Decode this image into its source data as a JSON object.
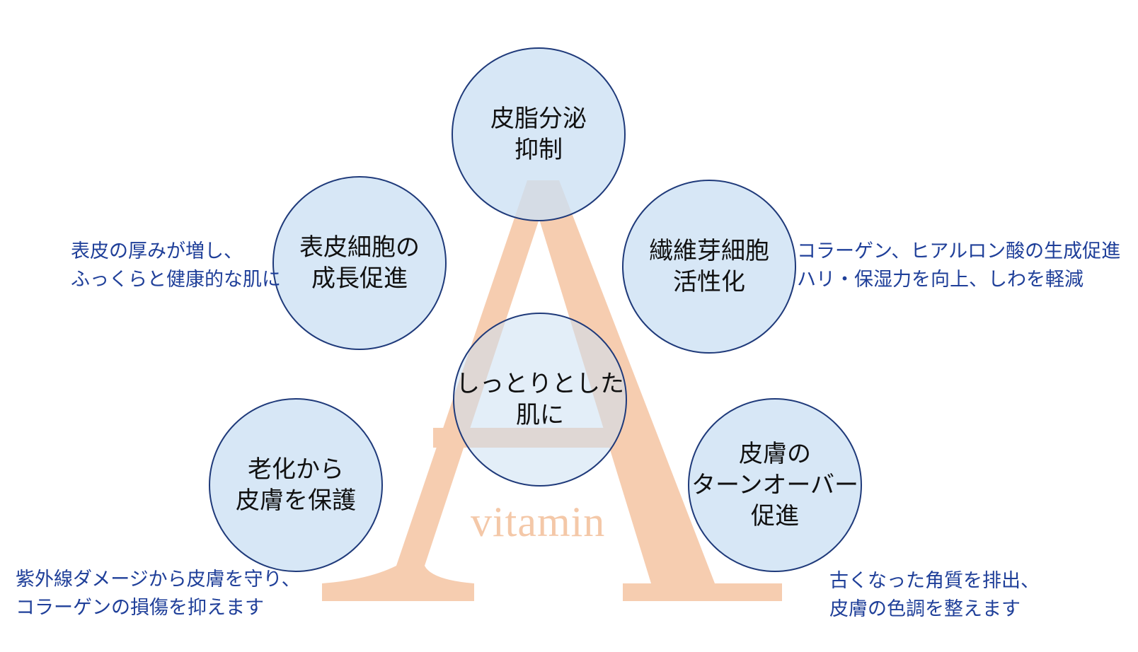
{
  "colors": {
    "letter_a": "#f6cdb0",
    "circle_fill": "#d3e4f4",
    "circle_border": "#1f3a7a",
    "description_text": "#1f3f99",
    "circle_text": "#111111"
  },
  "background_letter": {
    "letter": "A",
    "caption": "vitamin"
  },
  "nodes": {
    "top": {
      "lines": [
        "皮脂分泌",
        "抑制"
      ]
    },
    "upper_left": {
      "lines": [
        "表皮細胞の",
        "成長促進"
      ]
    },
    "upper_right": {
      "lines": [
        "繊維芽細胞",
        "活性化"
      ]
    },
    "center": {
      "lines": [
        "しっとりとした",
        "肌に"
      ]
    },
    "lower_left": {
      "lines": [
        "老化から",
        "皮膚を保護"
      ]
    },
    "lower_right": {
      "lines": [
        "皮膚の",
        "ターンオーバー",
        "促進"
      ]
    }
  },
  "descriptions": {
    "upper_left": [
      "表皮の厚みが増し、",
      "ふっくらと健康的な肌に"
    ],
    "upper_right": [
      "コラーゲン、ヒアルロン酸の生成促進",
      "ハリ・保湿力を向上、しわを軽減"
    ],
    "lower_left": [
      "紫外線ダメージから皮膚を守り、",
      "コラーゲンの損傷を抑えます"
    ],
    "lower_right": [
      "古くなった角質を排出、",
      "皮膚の色調を整えます"
    ]
  }
}
